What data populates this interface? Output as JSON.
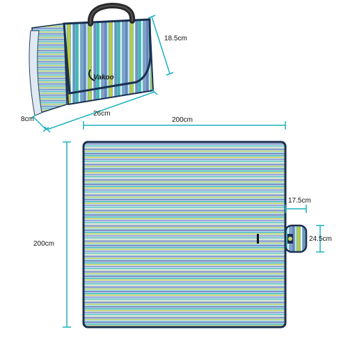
{
  "product": {
    "brand_logo_text": "Vakoo"
  },
  "dimensions": {
    "folded_height": "18.5cm",
    "folded_depth": "8cm",
    "folded_width": "26cm",
    "mat_width": "200cm",
    "mat_height": "200cm",
    "tab_length": "17.5cm",
    "tab_width": "24.5cm"
  },
  "colors": {
    "dimension_line": "#1ab2c0",
    "stripe_blue": "#7f90c9",
    "stripe_teal": "#3fb9b7",
    "stripe_lime": "#c9d65a",
    "stripe_light": "#cfe2f0",
    "binding": "#1a2f52",
    "handle": "#2a2a2a"
  },
  "icons": {
    "folded_bag": "rolled-picnic-blanket-with-handle",
    "open_mat": "square-striped-picnic-mat"
  }
}
